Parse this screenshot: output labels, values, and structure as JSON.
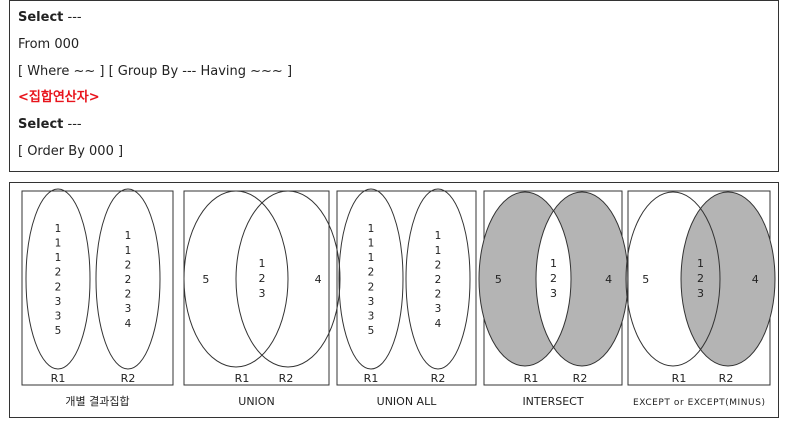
{
  "code": {
    "line1": {
      "kw": "Select",
      "rest": "---"
    },
    "line2": "From 000",
    "line3": "[ Where ~~ ] [ Group By --- Having ~~~ ]",
    "line4": "<집합연산자>",
    "line5": {
      "kw": "Select",
      "rest": "---"
    },
    "line6": "[ Order By 000 ]"
  },
  "diagrams": [
    {
      "caption": "개별 결과집합",
      "left_label": "R1",
      "right_label": "R2",
      "left_values": [
        "1",
        "1",
        "1",
        "2",
        "2",
        "3",
        "3",
        "5"
      ],
      "right_values": [
        "1",
        "1",
        "2",
        "2",
        "2",
        "3",
        "4"
      ]
    },
    {
      "caption": "UNION",
      "left_label": "R1",
      "right_label": "R2",
      "left_only": "5",
      "overlap": [
        "1",
        "2",
        "3"
      ],
      "right_only": "4"
    },
    {
      "caption": "UNION ALL",
      "left_label": "R1",
      "right_label": "R2",
      "left_values": [
        "1",
        "1",
        "1",
        "2",
        "2",
        "3",
        "3",
        "5"
      ],
      "right_values": [
        "1",
        "1",
        "2",
        "2",
        "2",
        "3",
        "4"
      ]
    },
    {
      "caption": "INTERSECT",
      "left_label": "R1",
      "right_label": "R2",
      "left_only": "5",
      "overlap": [
        "1",
        "2",
        "3"
      ],
      "right_only": "4"
    },
    {
      "caption": "EXCEPT or EXCEPT(MINUS)",
      "left_label": "R1",
      "right_label": "R2",
      "left_only": "5",
      "overlap": [
        "1",
        "2",
        "3"
      ],
      "right_only": "4"
    }
  ],
  "colors": {
    "operator_text": "#e8141c",
    "shade": "#b4b4b4",
    "stroke": "#333333"
  }
}
